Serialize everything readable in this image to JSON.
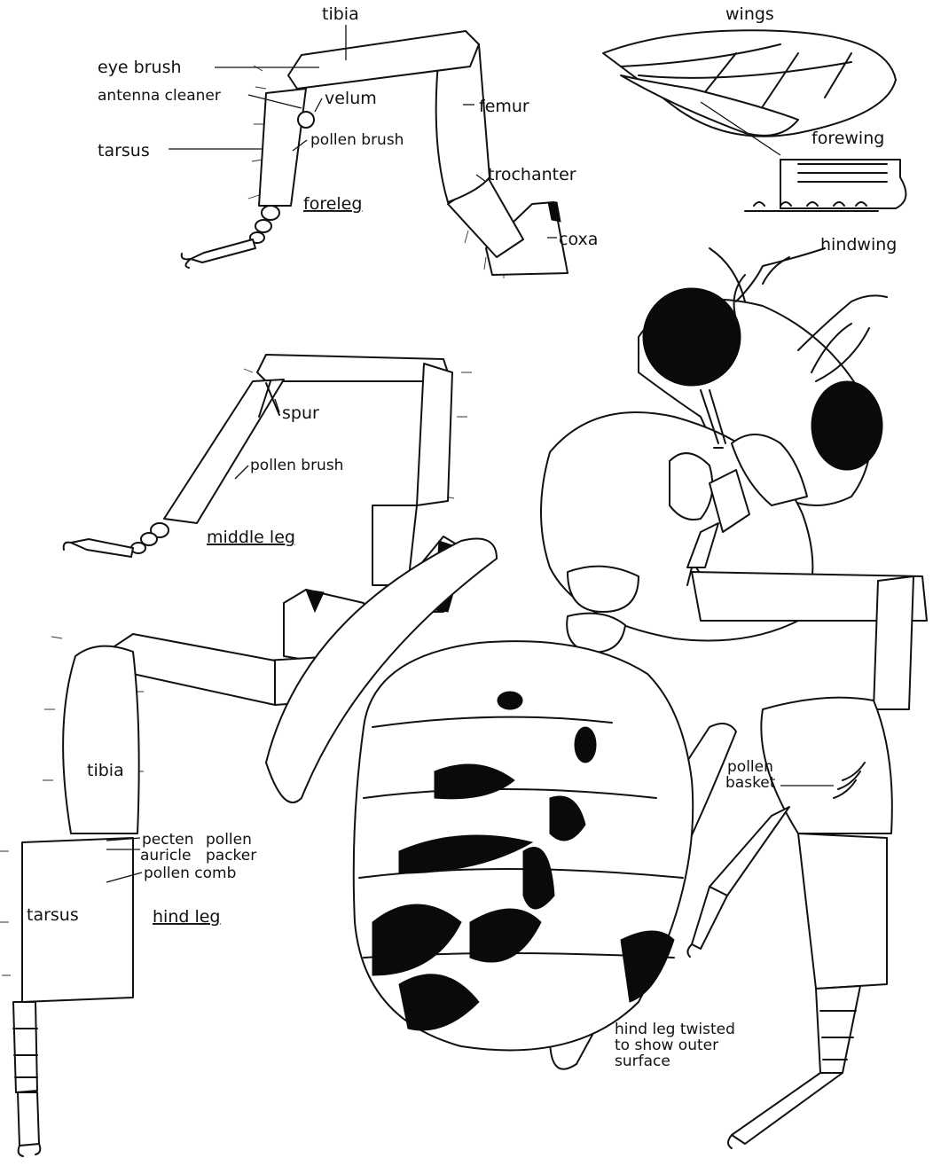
{
  "foreleg": {
    "title": "foreleg",
    "labels": {
      "tibia": "tibia",
      "eye_brush": "eye brush",
      "antenna_cleaner": "antenna cleaner",
      "velum": "velum",
      "tarsus": "tarsus",
      "pollen_brush": "pollen brush",
      "femur": "femur",
      "trochanter": "trochanter",
      "coxa": "coxa"
    }
  },
  "wings": {
    "title": "wings",
    "forewing": "forewing",
    "hindwing": "hindwing"
  },
  "middle_leg": {
    "title": "middle leg",
    "spur": "spur",
    "pollen_brush": "pollen brush"
  },
  "hind_leg": {
    "title": "hind leg",
    "tibia": "tibia",
    "pecten": "pecten",
    "auricle": "auricle",
    "pollen_packer_1": "pollen",
    "pollen_packer_2": "packer",
    "pollen_comb": "pollen comb",
    "tarsus": "tarsus"
  },
  "body": {
    "pollen_basket_1": "pollen",
    "pollen_basket_2": "basket",
    "twisted_note_1": "hind leg twisted",
    "twisted_note_2": "to show outer",
    "twisted_note_3": "surface"
  }
}
